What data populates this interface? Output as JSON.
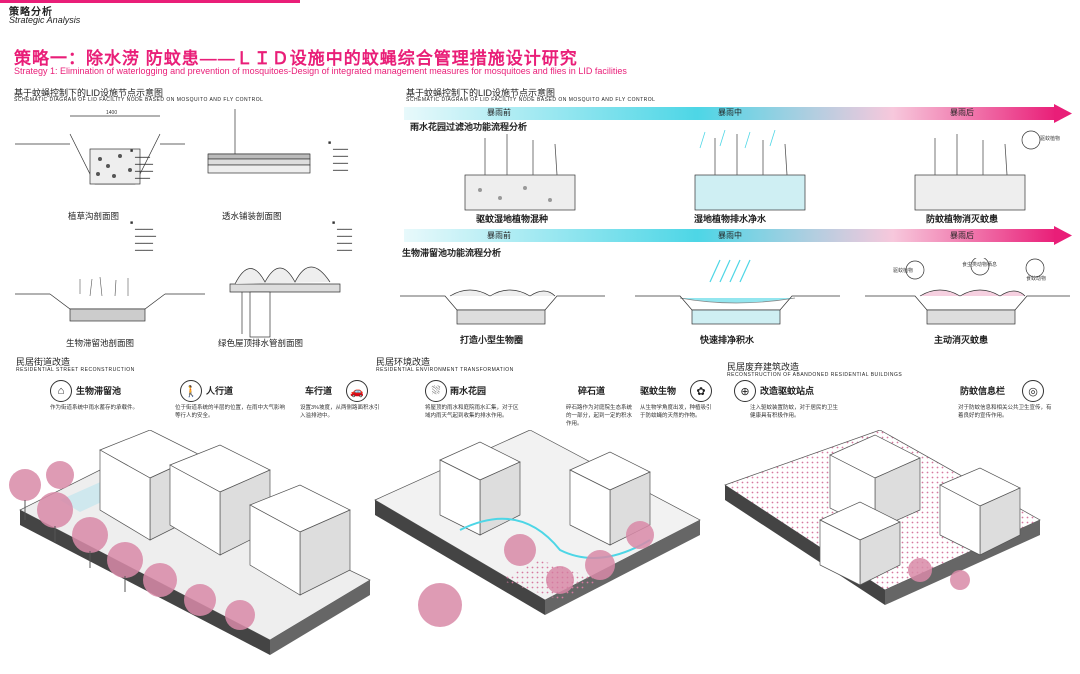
{
  "header": {
    "title_cn": "策略分析",
    "title_en": "Strategic Analysis"
  },
  "main_title": "策略一：除水涝 防蚊患——ＬＩＤ设施中的蚊蝇综合管理措施设计研究",
  "main_subtitle": "Strategy 1: Elimination of waterlogging and prevention of mosquitoes-Design of integrated management measures for mosquitoes and flies in LID facilities",
  "left_panel": {
    "heading_cn": "基于蚊蝇控制下的LID设施节点示意图",
    "heading_en": "SCHEMATIC DIAGRAM OF LID FACILITY NODE BASED ON MOSQUITO AND FLY CONTROL",
    "captions": [
      "植草沟剖面图",
      "透水铺装剖面图",
      "生物滞留池剖面图",
      "绿色屋顶排水管剖面图"
    ],
    "dimension": "1400"
  },
  "right_panel": {
    "heading_cn": "基于蚊蝇控制下的LID设施节点示意图",
    "heading_en": "SCHEMATIC DIAGRAM OF LID FACILITY NODE BASED ON MOSQUITO AND FLY CONTROL",
    "row1": {
      "title": "雨水花园过滤池功能流程分析",
      "stages": [
        "暴雨前",
        "暴雨中",
        "暴雨后"
      ],
      "captions": [
        "驱蚊湿地植物混种",
        "湿地植物排水净水",
        "防蚊植物消灭蚊患"
      ],
      "tag": "驱蚊植物"
    },
    "row2": {
      "title": "生物滞留池功能流程分析",
      "stages": [
        "暴雨前",
        "暴雨中",
        "暴雨后"
      ],
      "captions": [
        "打造小型生物圈",
        "快速排净积水",
        "主动消灭蚊患"
      ],
      "tags": [
        "驱蚊植物",
        "食虫类动物栖息",
        "食蚊动物"
      ]
    }
  },
  "bottom": {
    "sections": [
      {
        "cn": "民居街道改造",
        "en": "RESIDENTIAL STREET RECONSTRUCTION"
      },
      {
        "cn": "民居环境改造",
        "en": "RESIDENTIAL ENVIRONMENT TRANSFORMATION"
      },
      {
        "cn": "民居废弃建筑改造",
        "en": "RECONSTRUCTION OF ABANDONED RESIDENTIAL BUILDINGS"
      }
    ],
    "labels": [
      {
        "name": "生物滞留池",
        "note": "作为街道系统中雨水蓄存的承载件。",
        "icon": "retention-pool-icon"
      },
      {
        "name": "人行道",
        "note": "位于街道系统的半层的位置，在雨中大气影响等行人的安全。",
        "icon": "pedestrian-icon"
      },
      {
        "name": "车行道",
        "note": "设置3%坡度，从两侧路面积水引入溢排池中。",
        "icon": "car-icon"
      },
      {
        "name": "雨水花园",
        "note": "将屋顶的雨水和庭院雨水汇集，对于区域内雨天气起到收集的排水作用。",
        "icon": "rain-garden-icon"
      },
      {
        "name": "碎石道",
        "note": "碎石路作为对庭院生态系统的一部分，起到一定的积水作用。",
        "icon": "gravel-path-icon"
      },
      {
        "name": "驱蚊生物",
        "note": "从生物学角度出发，种植吸引于防蚊蝇的天然的作物。",
        "icon": "anti-mosquito-plant-icon"
      },
      {
        "name": "改造驱蚊站点",
        "note": "注入驱蚊装置防蚊，对于居民的卫生健康具有积极作用。",
        "icon": "station-icon"
      },
      {
        "name": "防蚊信息栏",
        "note": "对于防蚊信息和相关公共卫生宣传，有着良好的宣传作用。",
        "icon": "info-board-icon"
      }
    ]
  },
  "colors": {
    "accent": "#e91e78",
    "cyan": "#4dd6e6",
    "pink_tree": "#d98aa8"
  }
}
